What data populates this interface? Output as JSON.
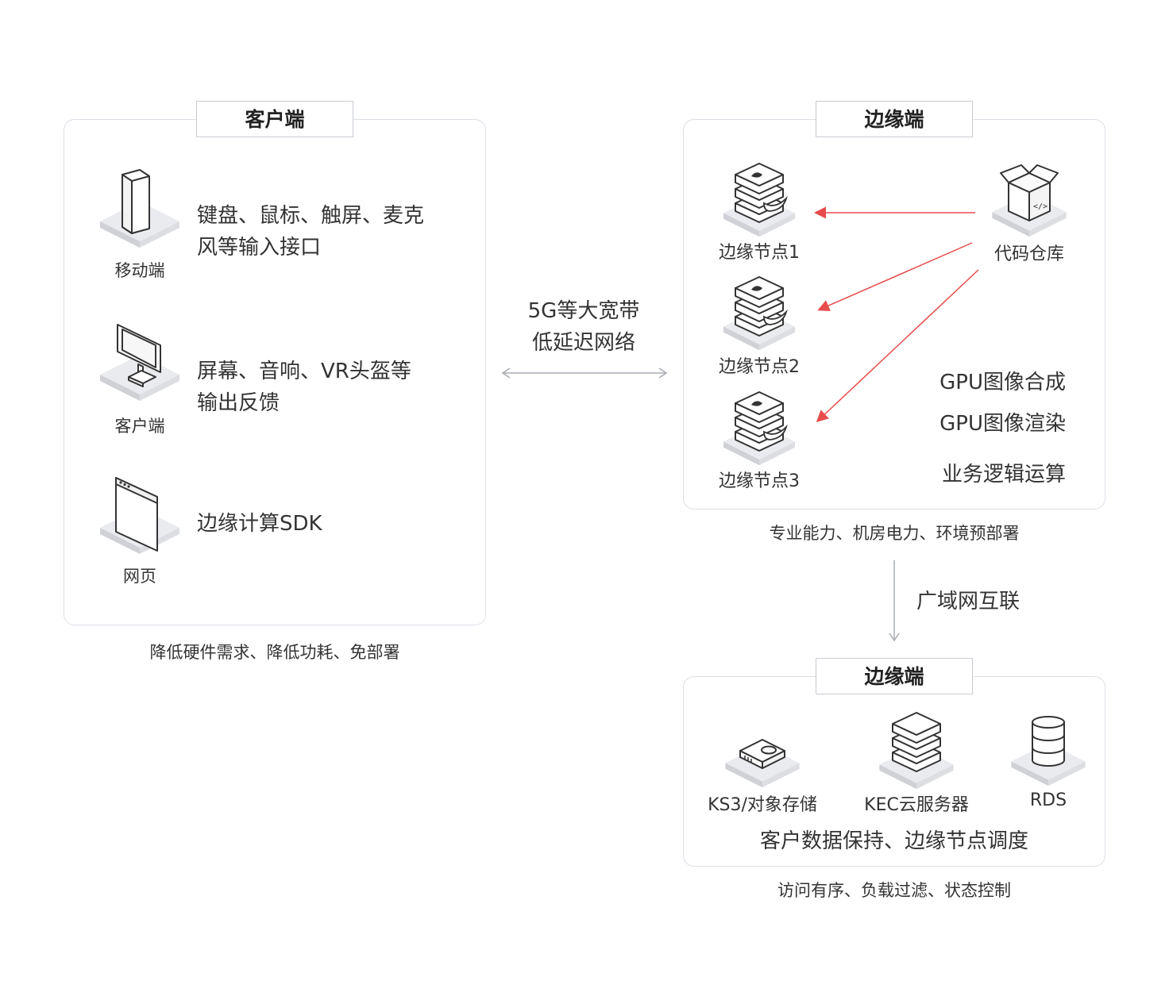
{
  "client_panel": {
    "title": "客户端",
    "items": [
      {
        "icon": "mobile-device-icon",
        "caption": "移动端",
        "description": "键盘、鼠标、触屏、麦克\n风等输入接口"
      },
      {
        "icon": "desktop-monitor-icon",
        "caption": "客户端",
        "description": "屏幕、音响、VR头盔等\n输出反馈"
      },
      {
        "icon": "web-page-icon",
        "caption": "网页",
        "description": "边缘计算SDK"
      }
    ],
    "footer": "降低硬件需求、降低功耗、免部署"
  },
  "network": {
    "line1": "5G等大宽带",
    "line2": "低延迟网络"
  },
  "edge_panel": {
    "title": "边缘端",
    "nodes": [
      "边缘节点1",
      "边缘节点2",
      "边缘节点3"
    ],
    "repo_label": "代码仓库",
    "capabilities": [
      "GPU图像合成",
      "GPU图像渲染",
      "业务逻辑运算"
    ],
    "footer": "专业能力、机房电力、环境预部署",
    "arrow_color": "#e84b4b"
  },
  "wan": {
    "label": "广域网互联"
  },
  "cloud_panel": {
    "title": "边缘端",
    "services": [
      {
        "icon": "object-storage-icon",
        "label": "KS3/对象存储"
      },
      {
        "icon": "cloud-server-icon",
        "label": "KEC云服务器"
      },
      {
        "icon": "database-icon",
        "label": "RDS"
      }
    ],
    "summary": "客户数据保持、边缘节点调度",
    "footer": "访问有序、负载过滤、状态控制"
  }
}
